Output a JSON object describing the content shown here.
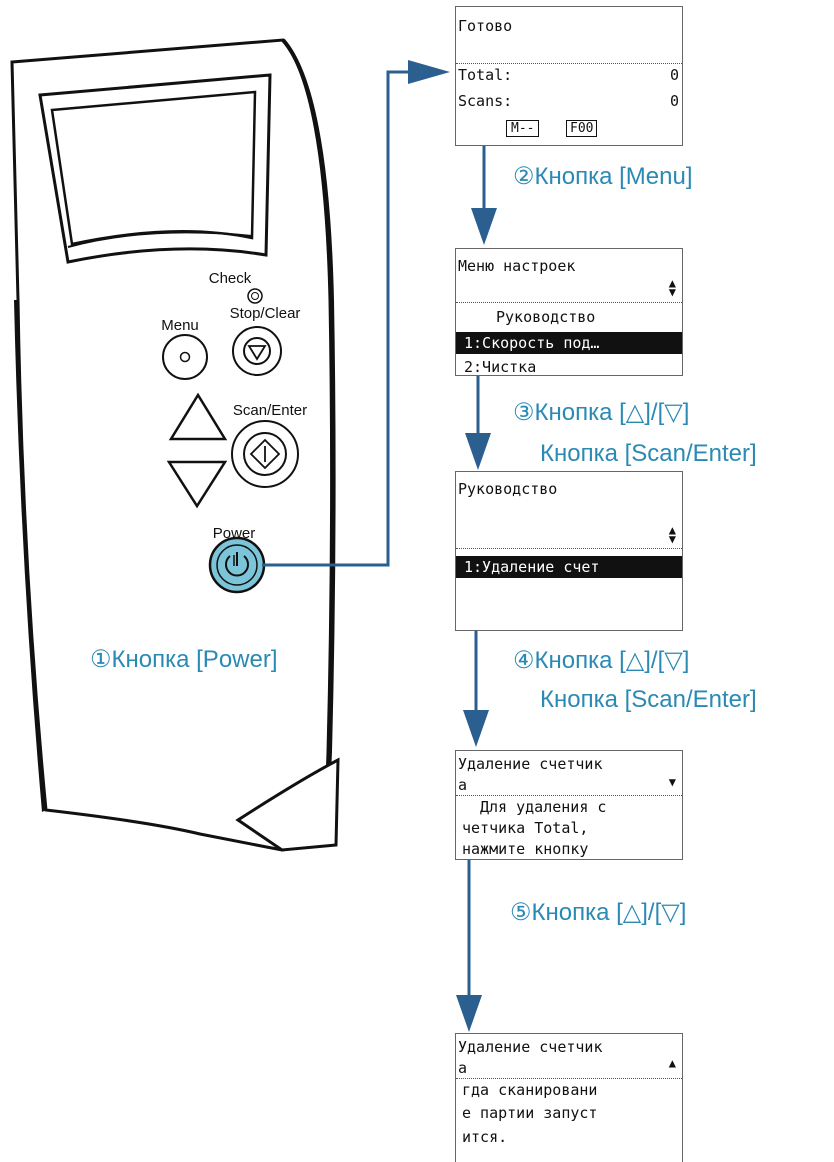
{
  "panel": {
    "labels": {
      "check": "Check",
      "menu": "Menu",
      "stop_clear": "Stop/Clear",
      "scan_enter": "Scan/Enter",
      "power": "Power"
    },
    "colors": {
      "power_button": "#7cc4d8",
      "step_text": "#2a8ab4",
      "arrow": "#2a5f8f"
    }
  },
  "steps": {
    "s1": "①Кнопка [Power]",
    "s2": "②Кнопка [Menu]",
    "s3a": "③Кнопка [△]/[▽]",
    "s3b": "Кнопка [Scan/Enter]",
    "s4a": "④Кнопка [△]/[▽]",
    "s4b": "Кнопка [Scan/Enter]",
    "s5": "⑤Кнопка [△]/[▽]"
  },
  "screens": {
    "ready": {
      "title": "Готово",
      "total_label": "Total:",
      "total_value": "0",
      "scans_label": "Scans:",
      "scans_value": "0",
      "mode_badge": "M--",
      "code_badge": "F00"
    },
    "settings_menu": {
      "title": "Меню настроек",
      "item_header": "Руководство",
      "item_1": "1:Скорость под…",
      "item_2": "2:Чистка"
    },
    "guide": {
      "title": "Руководство",
      "item_1": "1:Удаление счет"
    },
    "reset_1": {
      "title_1": "Удаление счетчик",
      "title_2": "а",
      "line_1": "Для удаления с",
      "line_2": "четчика Total,",
      "line_3": "нажмите кнопку"
    },
    "reset_2": {
      "title_1": "Удаление счетчик",
      "title_2": "а",
      "line_1": "гда сканировани",
      "line_2": "е партии запуст",
      "line_3": "ится."
    }
  }
}
